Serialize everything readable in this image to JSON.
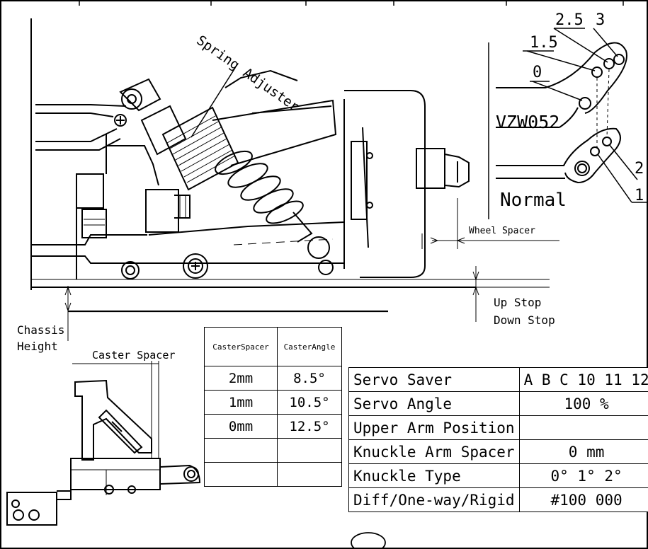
{
  "callouts": {
    "spring_adjuster": "Spring Adjuster",
    "wheel_spacer": "Wheel Spacer",
    "up_stop": "Up Stop",
    "down_stop": "Down Stop",
    "chassis": "Chassis",
    "height": "Height",
    "caster_spacer": "Caster Spacer",
    "arm_model": "VZW052",
    "normal": "Normal",
    "hole_labels_top": [
      "2.5",
      "3",
      "1.5",
      "0"
    ],
    "hole_labels_bottom": [
      "2",
      "1"
    ]
  },
  "caster_table": {
    "headers": [
      "CasterSpacer",
      "CasterAngle"
    ],
    "rows": [
      [
        "2mm",
        "8.5°"
      ],
      [
        "1mm",
        "10.5°"
      ],
      [
        "0mm",
        "12.5°"
      ],
      [
        "",
        ""
      ],
      [
        "",
        ""
      ]
    ]
  },
  "settings_table": {
    "rows": [
      {
        "label": "Servo Saver",
        "value": "A B C 10 11 12"
      },
      {
        "label": "Servo Angle",
        "value": "100 %"
      },
      {
        "label": "Upper Arm Position",
        "value": ""
      },
      {
        "label": "Knuckle Arm Spacer",
        "value": "0 mm"
      },
      {
        "label": "Knuckle Type",
        "value": "0° 1° 2°"
      },
      {
        "label": "Diff/One-way/Rigid",
        "value": "#100 000"
      }
    ]
  }
}
